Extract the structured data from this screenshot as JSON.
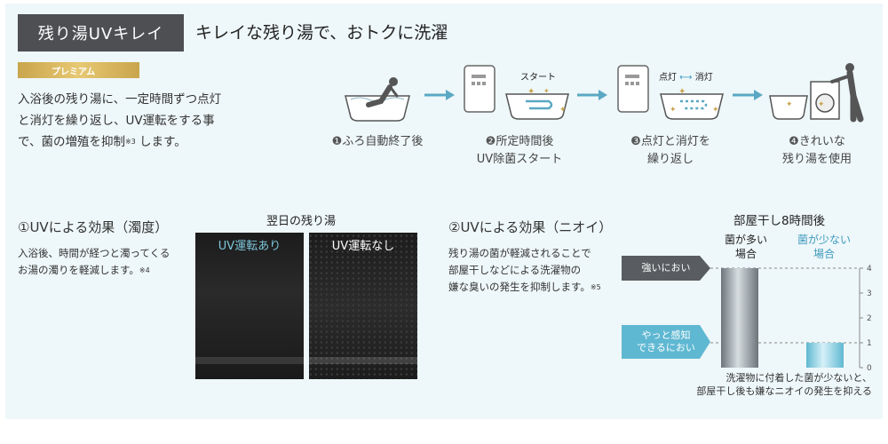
{
  "header": {
    "tag": "残り湯UVキレイ",
    "headline": "キレイな残り湯で、おトクに洗濯"
  },
  "premium_badge": "プレミアム",
  "intro": {
    "line1": "入浴後の残り湯に、一定時間ずつ点灯",
    "line2": "と消灯を繰り返し、UV運転をする事",
    "line3_pre": "で、菌の増殖を抑制",
    "line3_sup": "※3",
    "line3_post": " します。"
  },
  "steps": [
    {
      "num": "❶",
      "line1": "ふろ自動終了後",
      "line2": ""
    },
    {
      "num": "❷",
      "line1": "所定時間後",
      "line2": "UV除菌スタート"
    },
    {
      "num": "❸",
      "line1": "点灯と消灯を",
      "line2": "繰り返し"
    },
    {
      "num": "❹",
      "line1": "きれいな",
      "line2": "残り湯を使用"
    }
  ],
  "step_labels": {
    "start": "スタート",
    "on": "点灯",
    "off": "消灯"
  },
  "section1": {
    "title": "①UVによる効果（濁度）",
    "text1": "入浴後、時間が経つと濁ってくる",
    "text2": "お湯の濁りを軽減します。",
    "sup": "※4",
    "photo_title": "翌日の残り湯",
    "photo_with": "UV運転あり",
    "photo_without": "UV運転なし"
  },
  "section2": {
    "title": "②UVによる効果（ニオイ）",
    "text1": "残り湯の菌が軽減されることで",
    "text2": "部屋干しなどによる洗濯物の",
    "text3": "嫌な臭いの発生を抑制します。",
    "sup": "※5"
  },
  "chart_data": {
    "type": "bar",
    "title": "部屋干し8時間後",
    "categories": [
      "菌が多い場合",
      "菌が少ない場合"
    ],
    "category_lines": [
      [
        "菌が多い",
        "場合"
      ],
      [
        "菌が少ない",
        "場合"
      ]
    ],
    "values": [
      4,
      1
    ],
    "ylim": [
      0,
      4
    ],
    "yticks": [
      "0",
      "1",
      "2",
      "3",
      "4"
    ],
    "reference_labels": {
      "strong": "強いにおい",
      "weak_line1": "やっと感知",
      "weak_line2": "できるにおい"
    },
    "colors": {
      "high": "#8a949a",
      "low": "#7ec6db",
      "accent": "#3f9bbf"
    },
    "caption1": "洗濯物に付着した菌が少ないと、",
    "caption2": "部屋干し後も嫌なニオイの発生を抑える"
  }
}
